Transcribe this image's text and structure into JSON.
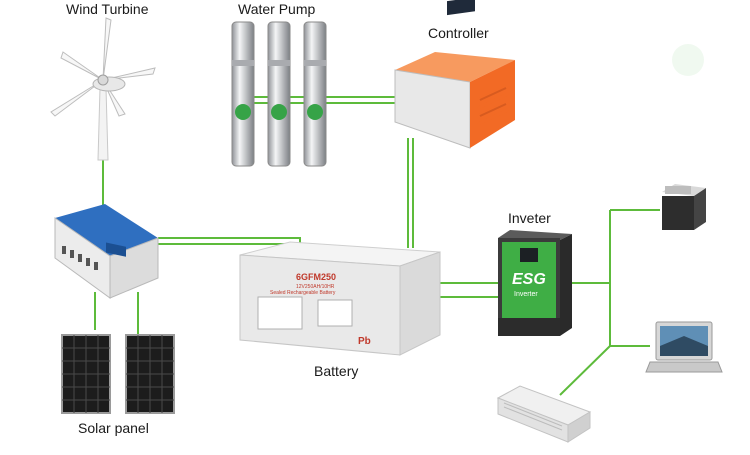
{
  "labels": {
    "wind_turbine": "Wind Turbine",
    "water_pump": "Water Pump",
    "controller": "Controller",
    "inverter": "Inveter",
    "battery": "Battery",
    "solar_panel": "Solar panel"
  },
  "battery_print": {
    "model": "6GFM250",
    "spec": "12V250AH/10HR",
    "type": "Sealed Rechargeable Battery",
    "chem": "Pb"
  },
  "brand": {
    "logo": "ESG",
    "inverter_caption": "Inverter"
  },
  "colors": {
    "wire": "#5dbb3b",
    "controller_body": "#f26a25",
    "inverter_front": "#3fae45",
    "hybrid_controller": "#2f6fc0"
  }
}
